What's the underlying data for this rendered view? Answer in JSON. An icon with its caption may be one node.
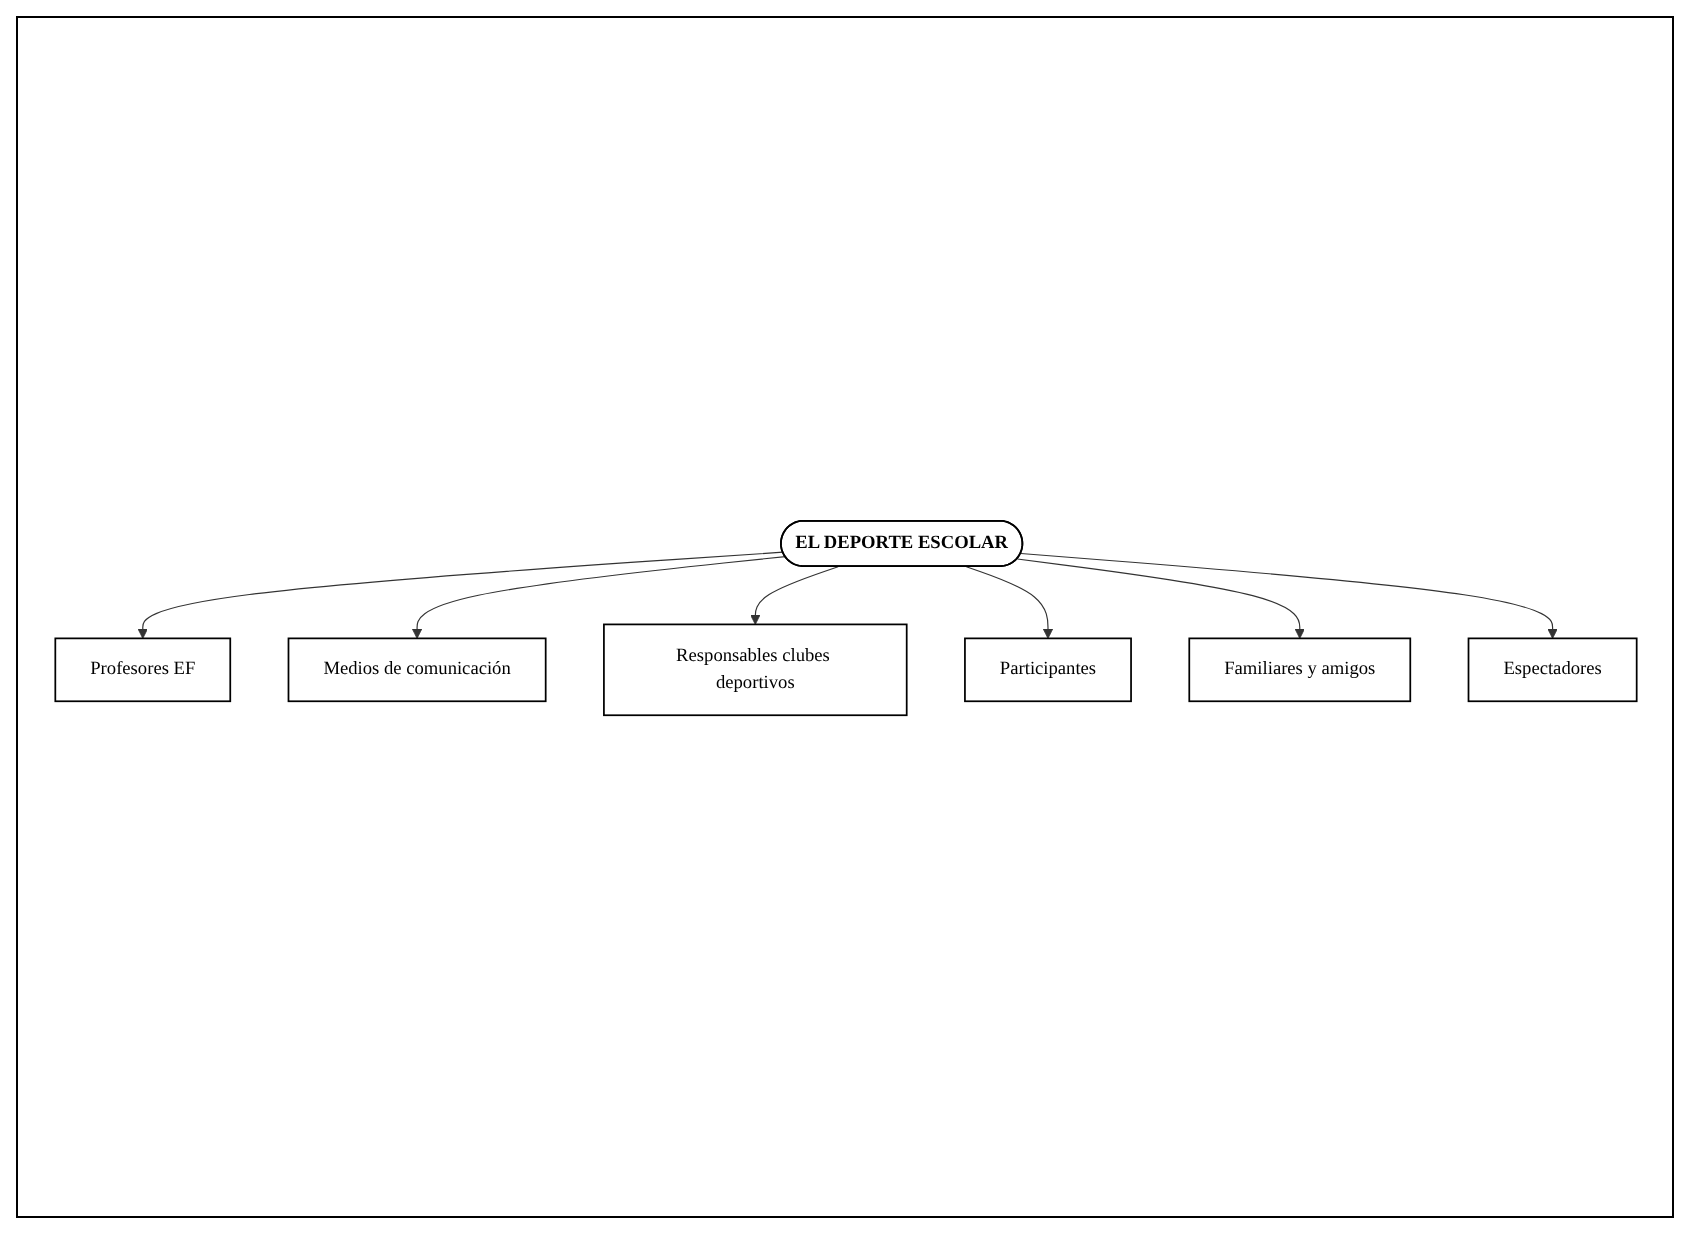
{
  "diagram": {
    "nodes": [
      {
        "text": [
          "Profesores EF"
        ]
      },
      {
        "text": [
          "Medios de comunicación"
        ]
      },
      {
        "text": [
          "Responsables clubes deportivos"
        ]
      },
      {
        "text": [
          "EL DEPORTE ESCOLAR"
        ]
      },
      {
        "text": [
          "Participantes"
        ]
      },
      {
        "text": [
          "Familiares y amigos"
        ]
      },
      {
        "text": [
          "Espectadores"
        ]
      }
    ],
    "edges": [
      {
        "from": 3,
        "to": 0,
        "arrow": "to"
      },
      {
        "from": 3,
        "to": 1,
        "arrow": "to"
      },
      {
        "from": 3,
        "to": 2,
        "arrow": "to"
      },
      {
        "from": 3,
        "to": 4,
        "arrow": "to"
      },
      {
        "from": 3,
        "to": 5,
        "arrow": "to"
      },
      {
        "from": 3,
        "to": 6,
        "arrow": "to"
      }
    ]
  }
}
